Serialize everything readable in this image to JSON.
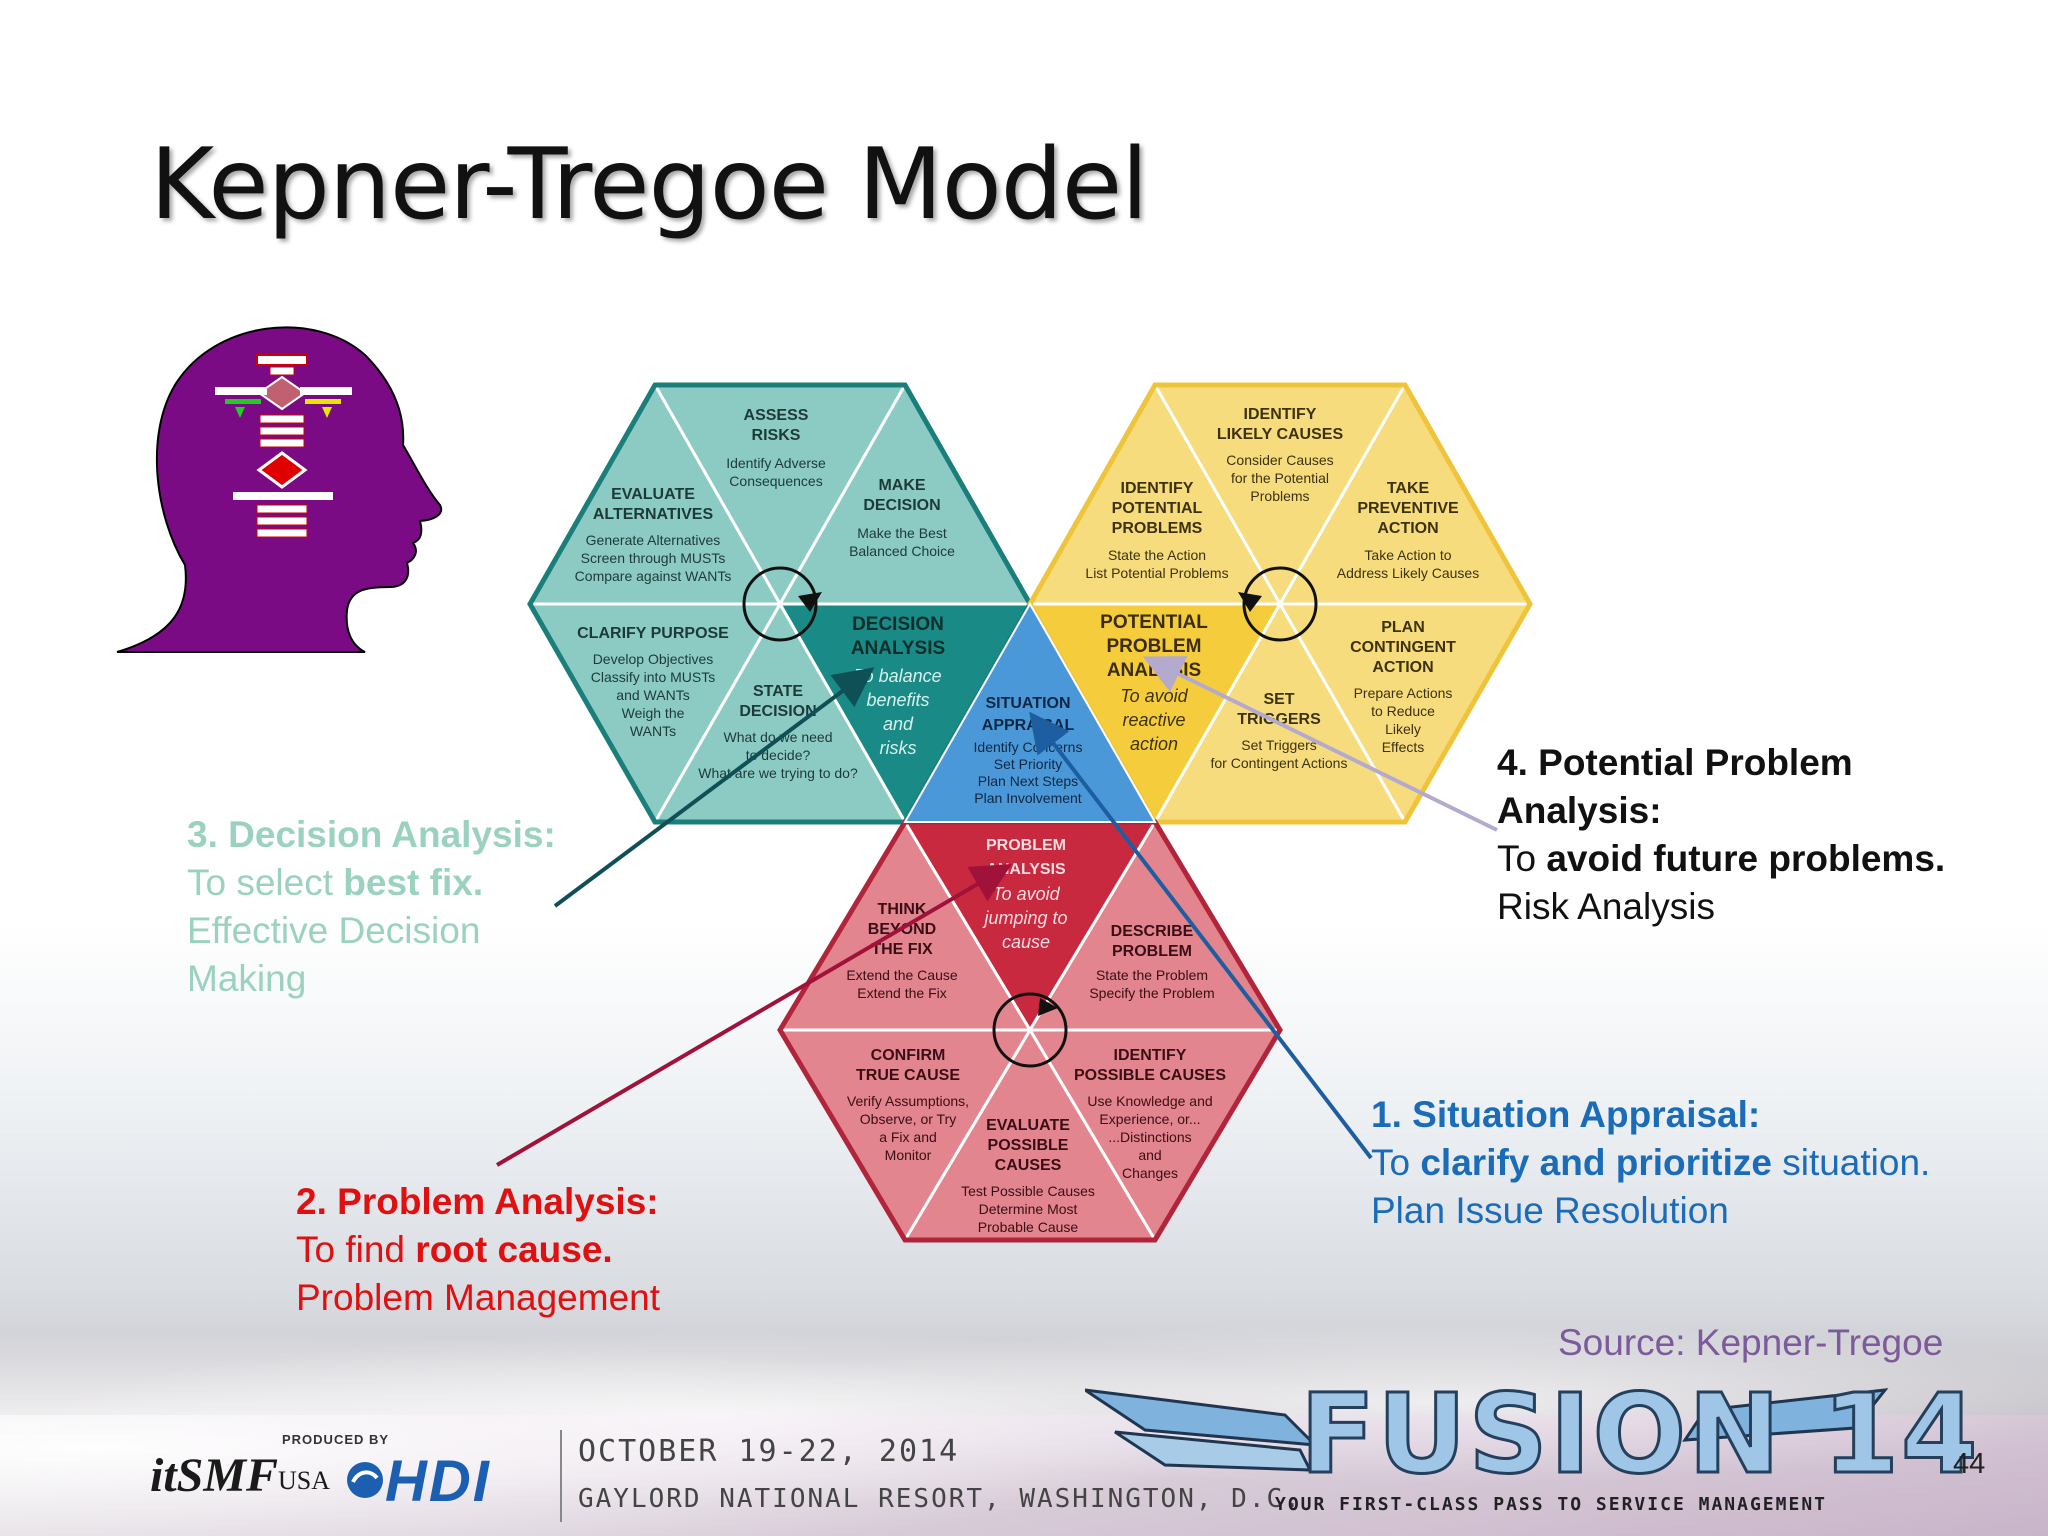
{
  "slide": {
    "title": "Kepner-Tregoe Model",
    "page_number": "44",
    "source": "Source: Kepner-Tregoe"
  },
  "labels": {
    "decision": {
      "heading": "3. Decision Analysis:",
      "line2_prefix": "To select ",
      "line2_bold": "best fix.",
      "line3": "Effective Decision",
      "line4": "Making",
      "color": "#9ad2bf"
    },
    "problem": {
      "heading": "2. Problem Analysis:",
      "line2_prefix": "To find ",
      "line2_bold": "root cause.",
      "line3": "Problem Management",
      "color": "#e01010"
    },
    "situation": {
      "heading": "1. Situation Appraisal:",
      "line2_prefix": "To ",
      "line2_bold": "clarify and prioritize",
      "line2_suffix": " situation.",
      "line3": "Plan Issue Resolution",
      "color": "#1a6cb8"
    },
    "potential": {
      "heading1": "4. Potential Problem",
      "heading2": "Analysis:",
      "line3_prefix": "To ",
      "line3_bold": "avoid future problems.",
      "line4": "Risk Analysis",
      "color": "#111111"
    }
  },
  "diagram": {
    "center": {
      "title1": "SITUATION",
      "title2": "APPRAISAL",
      "d1": "Identify Concerns",
      "d2": "Set Priority",
      "d3": "Plan Next Steps",
      "d4": "Plan Involvement"
    },
    "decision_hex": {
      "center1": "DECISION",
      "center2": "ANALYSIS",
      "it1": "To balance",
      "it2": "benefits",
      "it3": "and",
      "it4": "risks",
      "assess": {
        "t1": "ASSESS",
        "t2": "RISKS",
        "d1": "Identify Adverse",
        "d2": "Consequences"
      },
      "make": {
        "t1": "MAKE",
        "t2": "DECISION",
        "d1": "Make the Best",
        "d2": "Balanced Choice"
      },
      "evaluate": {
        "t1": "EVALUATE",
        "t2": "ALTERNATIVES",
        "d1": "Generate Alternatives",
        "d2": "Screen through MUSTs",
        "d3": "Compare against WANTs"
      },
      "clarify": {
        "t1": "CLARIFY PURPOSE",
        "d1": "Develop Objectives",
        "d2": "Classify into MUSTs",
        "d3": "and WANTs",
        "d4": "Weigh the",
        "d5": "WANTs"
      },
      "state": {
        "t1": "STATE",
        "t2": "DECISION",
        "d1": "What do we need",
        "d2": "to decide?",
        "d3": "What are we trying to do?"
      }
    },
    "potential_hex": {
      "center1": "POTENTIAL",
      "center2": "PROBLEM",
      "center3": "ANALYSIS",
      "it1": "To avoid",
      "it2": "reactive",
      "it3": "action",
      "likely": {
        "t1": "IDENTIFY",
        "t2": "LIKELY CAUSES",
        "d1": "Consider Causes",
        "d2": "for the Potential",
        "d3": "Problems"
      },
      "potential": {
        "t1": "IDENTIFY",
        "t2": "POTENTIAL",
        "t3": "PROBLEMS",
        "d1": "State the Action",
        "d2": "List Potential Problems"
      },
      "preventive": {
        "t1": "TAKE",
        "t2": "PREVENTIVE",
        "t3": "ACTION",
        "d1": "Take Action to",
        "d2": "Address Likely Causes"
      },
      "contingent": {
        "t1": "PLAN",
        "t2": "CONTINGENT",
        "t3": "ACTION",
        "d1": "Prepare Actions",
        "d2": "to Reduce",
        "d3": "Likely",
        "d4": "Effects"
      },
      "triggers": {
        "t1": "SET",
        "t2": "TRIGGERS",
        "d1": "Set Triggers",
        "d2": "for Contingent Actions"
      }
    },
    "problem_hex": {
      "center1": "PROBLEM",
      "center2": "ANALYSIS",
      "it1": "To avoid",
      "it2": "jumping to",
      "it3": "cause",
      "think": {
        "t1": "THINK",
        "t2": "BEYOND",
        "t3": "THE FIX",
        "d1": "Extend the Cause",
        "d2": "Extend the Fix"
      },
      "describe": {
        "t1": "DESCRIBE",
        "t2": "PROBLEM",
        "d1": "State the Problem",
        "d2": "Specify the Problem"
      },
      "confirm": {
        "t1": "CONFIRM",
        "t2": "TRUE CAUSE",
        "d1": "Verify Assumptions,",
        "d2": "Observe, or Try",
        "d3": "a Fix and",
        "d4": "Monitor"
      },
      "identify": {
        "t1": "IDENTIFY",
        "t2": "POSSIBLE CAUSES",
        "d1": "Use Knowledge and",
        "d2": "Experience, or...",
        "d3": "...Distinctions",
        "d4": "and",
        "d5": "Changes"
      },
      "evaluate": {
        "t1": "EVALUATE",
        "t2": "POSSIBLE",
        "t3": "CAUSES",
        "d1": "Test Possible Causes",
        "d2": "Determine Most",
        "d3": "Probable Cause"
      }
    }
  },
  "footer": {
    "produced_by": "PRODUCED BY",
    "itsmf": "itSMF",
    "itsmf_usa": "USA",
    "hdi": "HDI",
    "date": "OCTOBER 19-22, 2014",
    "venue": "GAYLORD NATIONAL RESORT, WASHINGTON, D.C.",
    "fusion": "FUSION 14",
    "tagline": "YOUR FIRST-CLASS PASS TO SERVICE MANAGEMENT"
  },
  "colors": {
    "teal_dark": "#1a8a86",
    "teal_light": "#8ccbc4",
    "yellow_light": "#f7dc7d",
    "yellow_dark": "#f5cd3c",
    "red_light": "#e2858f",
    "red_dark": "#c8293f",
    "blue": "#4a98d8",
    "purple": "#7b0b84"
  }
}
